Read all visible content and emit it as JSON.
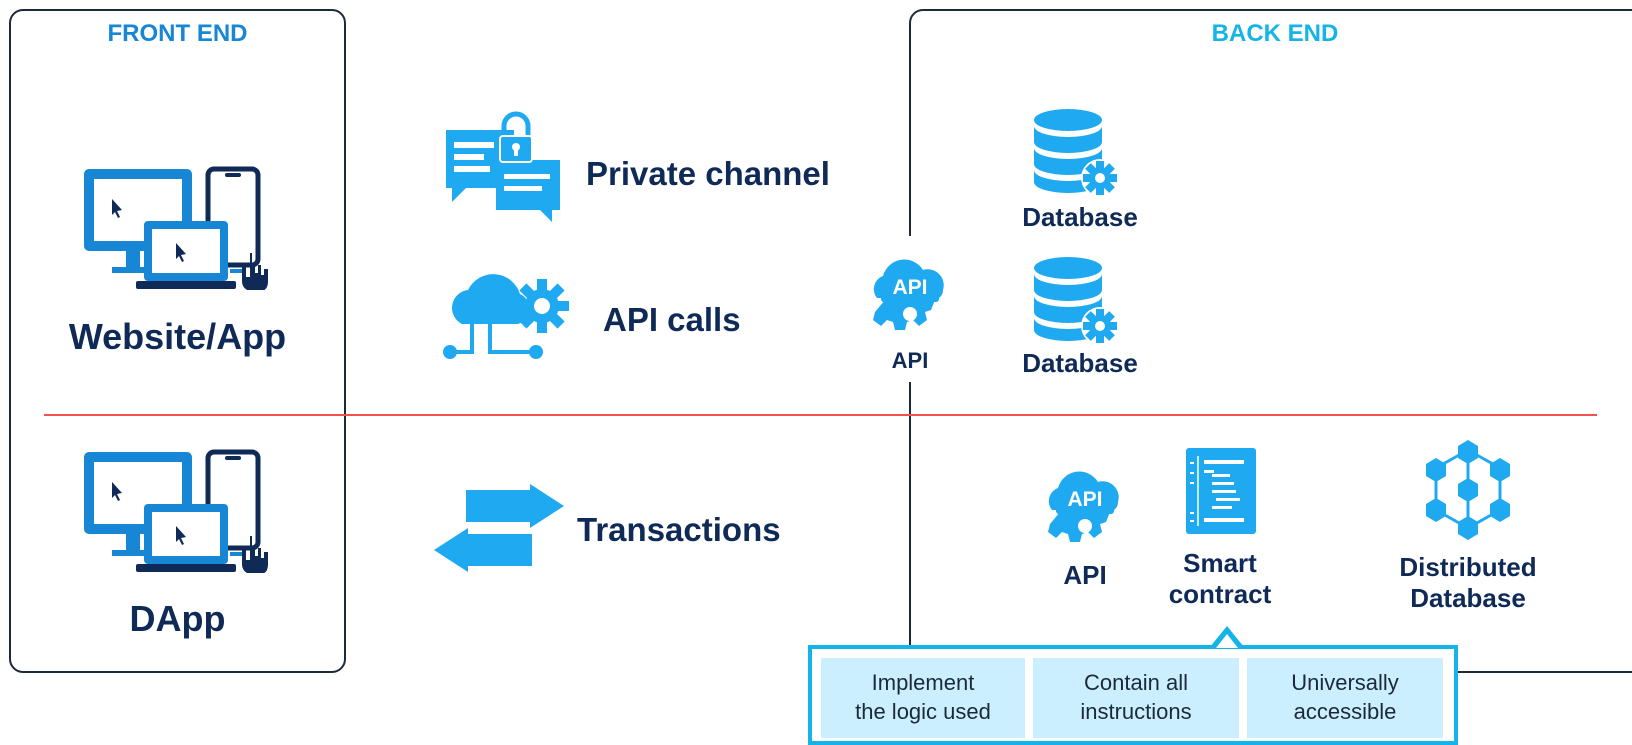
{
  "front_end": {
    "title": "FRONT END",
    "website_label": "Website/App",
    "dapp_label": "DApp"
  },
  "back_end": {
    "title": "BACK END",
    "database_1": "Database",
    "database_2": "Database",
    "api_center": "API",
    "api_badge": "API",
    "api_lower": "API",
    "smart_contract": "Smart\ncontract",
    "distributed_database": "Distributed\nDatabase"
  },
  "middle": {
    "private_channel": "Private channel",
    "api_calls": "API calls",
    "transactions": "Transactions"
  },
  "callout": {
    "cells": [
      "Implement\nthe logic used",
      "Contain all\ninstructions",
      "Universally\naccessible"
    ]
  },
  "icons": {
    "device": "devices-icon",
    "chat": "private-chat-icon",
    "cloud": "cloud-settings-icon",
    "exchange": "transactions-icon",
    "db": "database-gear-icon",
    "api": "api-gear-icon",
    "contract": "smart-contract-icon",
    "network": "distributed-network-icon"
  },
  "colors": {
    "navy": "#0f2a57",
    "blue": "#1786d4",
    "light_blue": "#1fa9f0",
    "cyan": "#14b3e8",
    "red_line": "#f0524f"
  }
}
